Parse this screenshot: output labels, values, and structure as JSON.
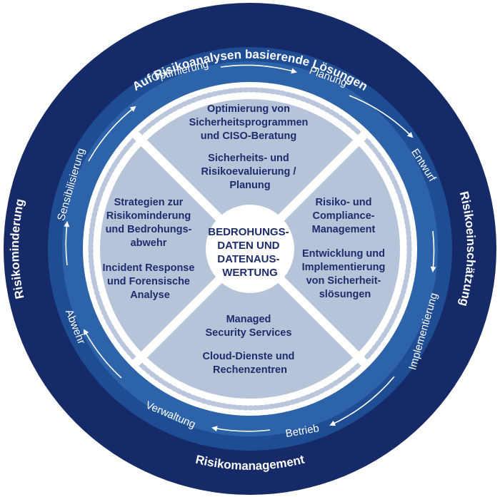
{
  "outer_ring": {
    "top": "Auf Risikoanalysen basierende Lösungen",
    "right": "Risikoeinschätzung",
    "bottom": "Risikomanagement",
    "left": "Risikominderung"
  },
  "cycle": {
    "steps": [
      "Optimierung",
      "Planung",
      "Entwurf",
      "Implementierung",
      "Betrieb",
      "Verwaltung",
      "Abwehr",
      "Sensibilisierung"
    ]
  },
  "quadrants": {
    "top": [
      "Optimierung von",
      "Sicherheitsprogrammen",
      "und CISO-Beratung",
      "Sicherheits- und",
      "Risikoevaluierung /",
      "Planung"
    ],
    "right": [
      "Risiko- und",
      "Compliance-",
      "Management",
      "Entwicklung und",
      "Implementierung",
      "von Sicherheit-",
      "slösungen"
    ],
    "bottom": [
      "Managed",
      "Security Services",
      "Cloud-Dienste und",
      "Rechenzentren"
    ],
    "left": [
      "Strategien zur",
      "Risikominderung",
      "und Bedrohungs-",
      "abwehr",
      "Incident Response",
      "und Forensische",
      "Analyse"
    ]
  },
  "center": [
    "BEDROHUNGS-",
    "DATEN UND",
    "DATENAUS-",
    "WERTUNG"
  ],
  "colors": {
    "outer": "#162a68",
    "mid": "#1f4d94",
    "inner_ring": "#2d63a9",
    "white_ring": "#ffffff",
    "dots": "#bac6db",
    "quadrant": "#b6c4da",
    "text_dark": "#1d2d6b"
  }
}
